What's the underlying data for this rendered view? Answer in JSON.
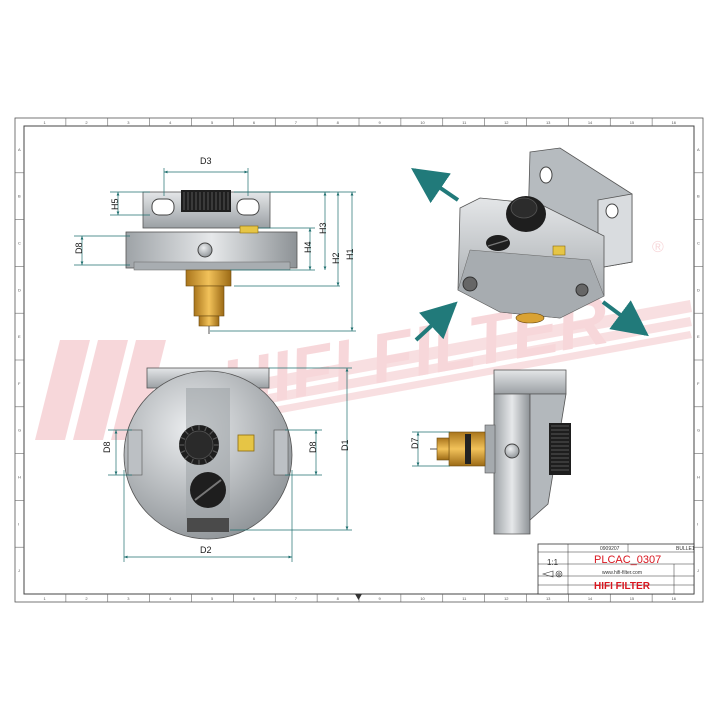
{
  "dimensions": {
    "d3": "D3",
    "h5": "H5",
    "d8_top": "D8",
    "h4": "H4",
    "h3": "H3",
    "h2": "H2",
    "h1": "H1",
    "d8_front_left": "D8",
    "d8_front_right": "D8",
    "d1": "D1",
    "d2": "D2",
    "d7": "D7"
  },
  "title_block": {
    "part_number": "PLCAC_0307",
    "website": "www.hifi-filter.com",
    "brand": "HIFI FILTER",
    "scale": "1:1",
    "small_code": "0909207",
    "format": "BULLE1"
  },
  "watermark": {
    "text": "HIFI FILTER",
    "registered_mark": "®"
  },
  "frame": {
    "columns_top": [
      "1",
      "2",
      "3",
      "4",
      "5",
      "6",
      "7",
      "8",
      "9",
      "10",
      "11",
      "12",
      "13",
      "14",
      "15",
      "16"
    ],
    "rows_left": [
      "A",
      "B",
      "C",
      "D",
      "E",
      "F",
      "G",
      "H",
      "I",
      "J"
    ]
  },
  "colors": {
    "arrow": "#217a7a",
    "dimension_line": "#1f6f6f",
    "watermark": "#f2b8bc",
    "brand_red": "#d9161f",
    "body_gray": "#c9cdd0",
    "knob": "#1e1e1e",
    "brass": "#d9a233",
    "plug_yellow": "#e6c545"
  }
}
